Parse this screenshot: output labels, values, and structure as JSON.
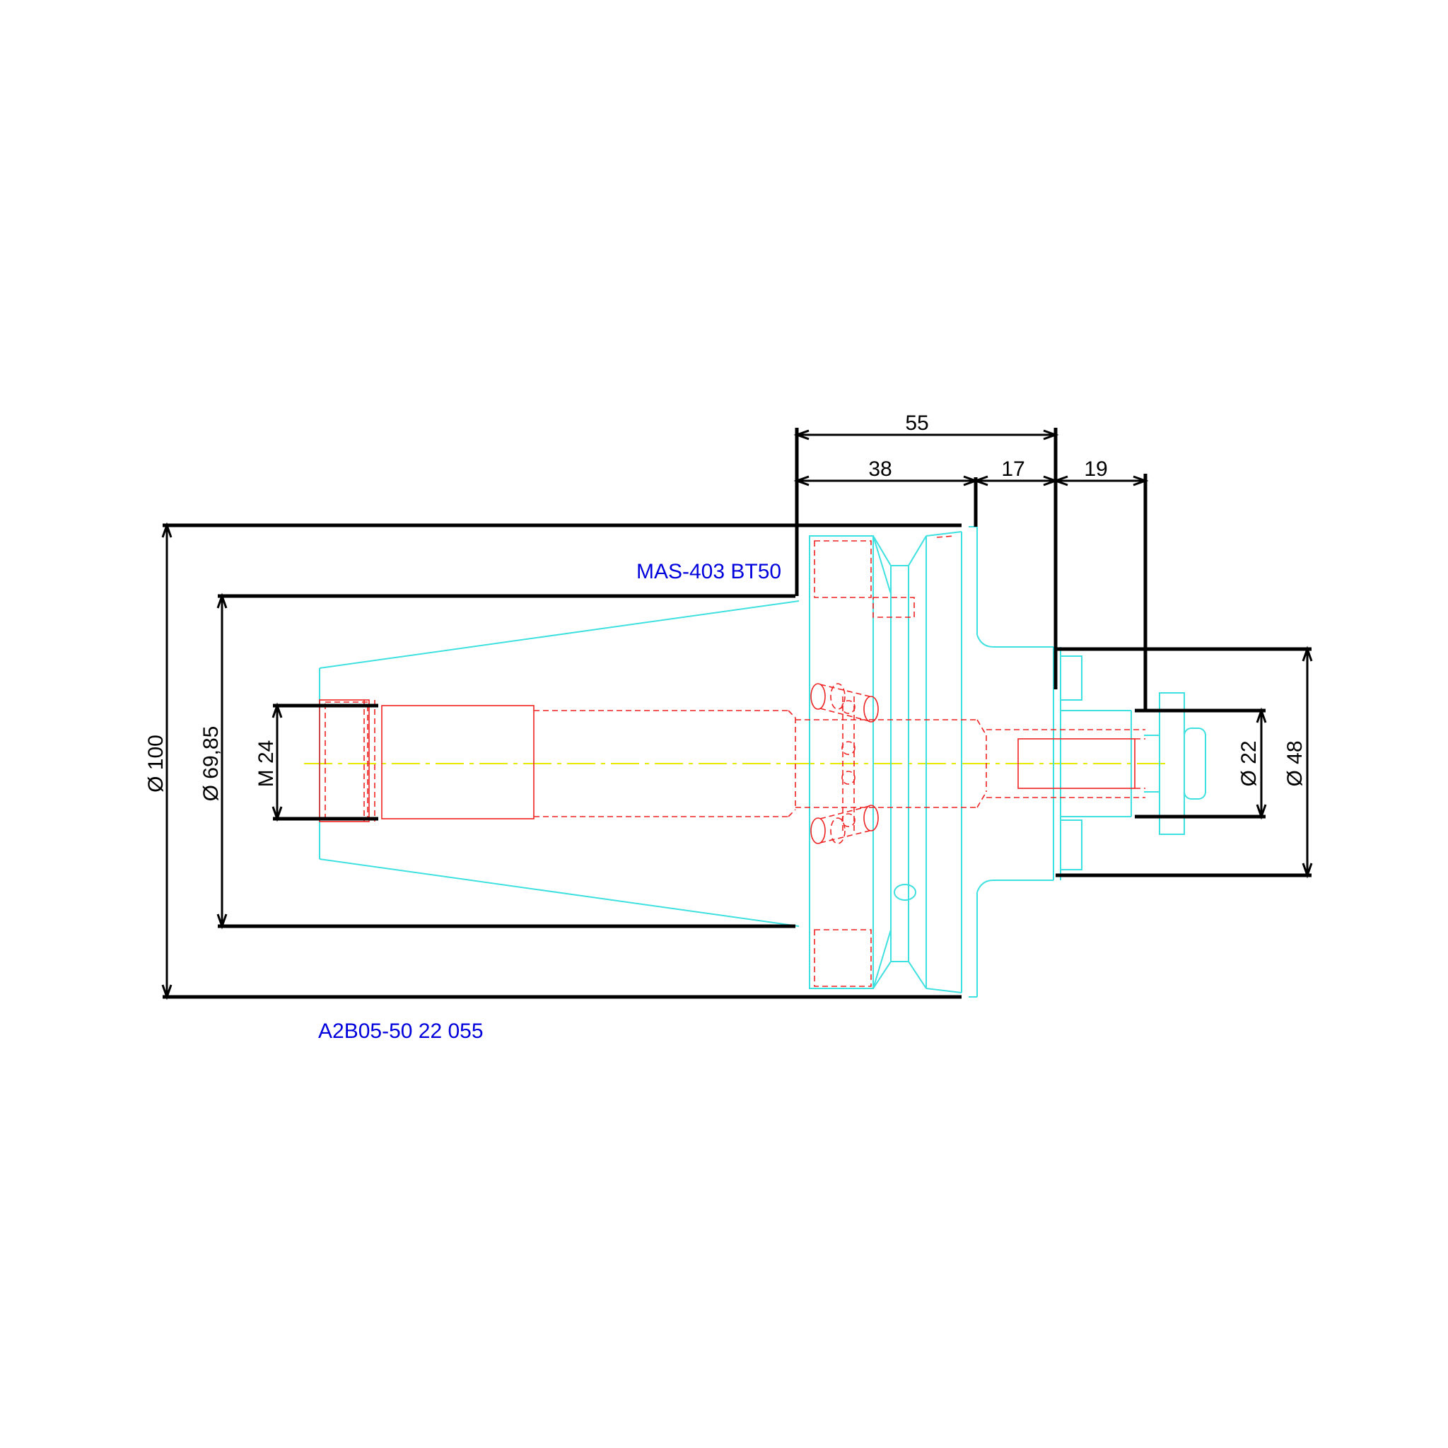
{
  "labels": {
    "taper_standard": "MAS-403 BT50",
    "part_number": "A2B05-50 22 055"
  },
  "dimensions": {
    "dia_100": "Ø 100",
    "dia_69_85": "Ø 69,85",
    "thread_m24": "M 24",
    "len_55": "55",
    "len_38": "38",
    "len_17": "17",
    "len_19": "19",
    "dia_22": "Ø 22",
    "dia_48": "Ø 48"
  },
  "colors": {
    "dimension": "#000000",
    "outline": "#3ee0e0",
    "hidden": "#ee2222",
    "centerline": "#e8e800",
    "label": "#0000dd"
  }
}
